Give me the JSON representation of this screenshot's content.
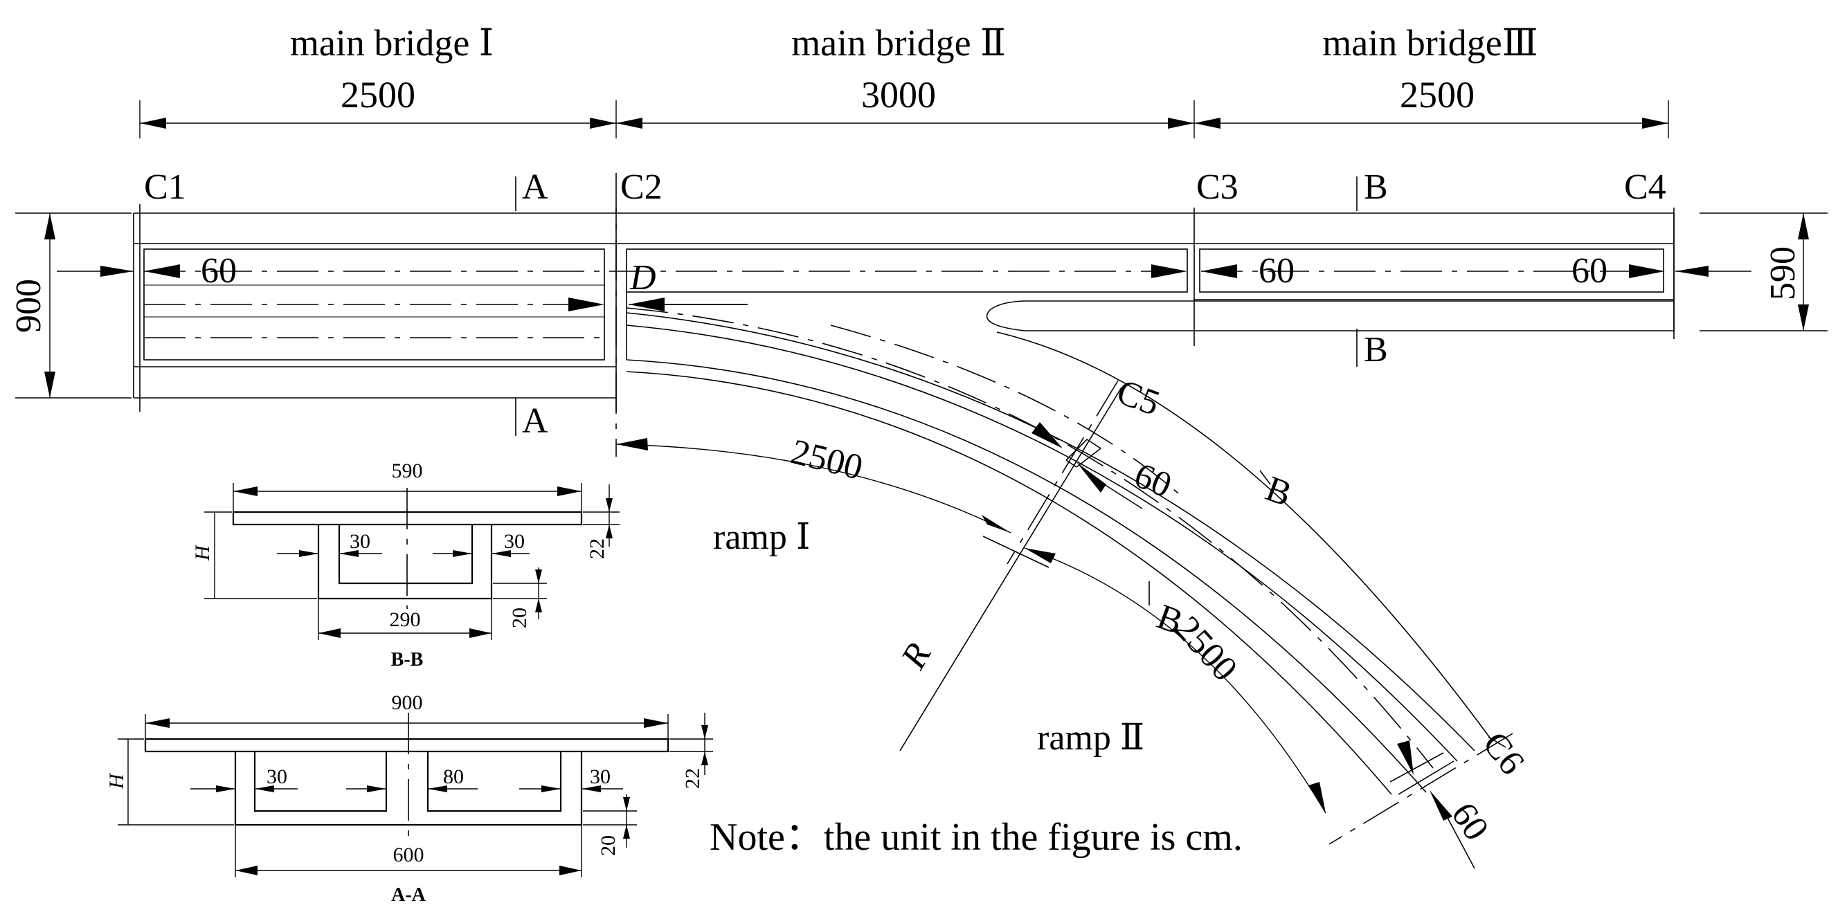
{
  "spans": {
    "main_bridge_1": {
      "name": "main bridge Ⅰ",
      "length": "2500"
    },
    "main_bridge_2": {
      "name": "main bridge Ⅱ",
      "length": "3000"
    },
    "main_bridge_3": {
      "name": "main bridgeⅢ",
      "length": "2500"
    }
  },
  "supports": {
    "c1": "C1",
    "c2": "C2",
    "c3": "C3",
    "c4": "C4",
    "c5": "C5",
    "c6": "C6"
  },
  "point_d": "D",
  "section_marks": {
    "a": "A",
    "b": "B"
  },
  "widths": {
    "main_total": "900",
    "main_right": "590"
  },
  "offsets": {
    "offset_60": "60"
  },
  "ramps": {
    "ramp_1": {
      "name": "ramp Ⅰ",
      "length": "2500"
    },
    "ramp_2": {
      "name": "ramp Ⅱ",
      "length": "2500"
    }
  },
  "radius_label": "R",
  "section_bb": {
    "title": "B-B",
    "deck_width": "590",
    "bottom_width": "290",
    "web_thickness_left": "30",
    "web_thickness_right": "30",
    "deck_thickness": "22",
    "bottom_thickness": "20",
    "height_label": "H"
  },
  "section_aa": {
    "title": "A-A",
    "deck_width": "900",
    "bottom_width": "600",
    "web_left": "30",
    "web_mid": "80",
    "web_right": "30",
    "deck_thickness": "22",
    "bottom_thickness": "20",
    "height_label": "H"
  },
  "note": "Note：the unit in the figure is cm."
}
